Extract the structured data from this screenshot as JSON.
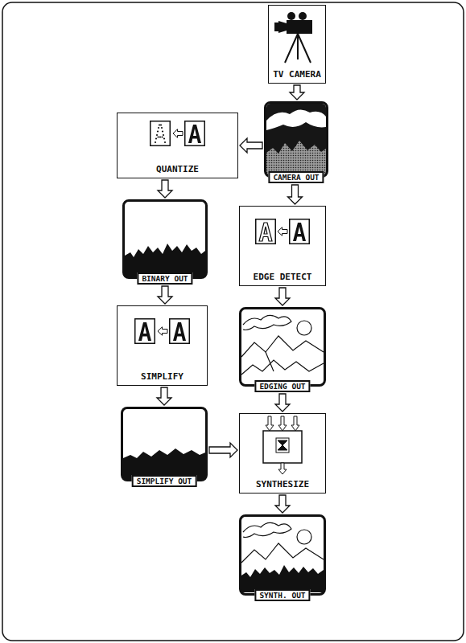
{
  "diagram": {
    "nodes": [
      {
        "text": [
          "TV CAMERA"
        ]
      },
      {
        "text": [
          "QUANTIZE"
        ]
      },
      {
        "text": [
          "CAMERA OUT"
        ]
      },
      {
        "text": [
          "BINARY OUT"
        ]
      },
      {
        "text": [
          "EDGE DETECT"
        ]
      },
      {
        "text": [
          "SIMPLIFY"
        ]
      },
      {
        "text": [
          "EDGING OUT"
        ]
      },
      {
        "text": [
          "SIMPLIFY OUT"
        ]
      },
      {
        "text": [
          "SYNTHESIZE"
        ]
      },
      {
        "text": [
          "SYNTH. OUT"
        ]
      }
    ],
    "edges": [
      {
        "from": 0,
        "to": 2,
        "arrow": "to"
      },
      {
        "from": 2,
        "to": 1,
        "arrow": "to"
      },
      {
        "from": 1,
        "to": 3,
        "arrow": "to"
      },
      {
        "from": 3,
        "to": 5,
        "arrow": "to"
      },
      {
        "from": 5,
        "to": 7,
        "arrow": "to"
      },
      {
        "from": 2,
        "to": 4,
        "arrow": "to"
      },
      {
        "from": 4,
        "to": 6,
        "arrow": "to"
      },
      {
        "from": 6,
        "to": 8,
        "arrow": "to"
      },
      {
        "from": 7,
        "to": 8,
        "arrow": "to"
      },
      {
        "from": 8,
        "to": 9,
        "arrow": "to"
      }
    ]
  }
}
